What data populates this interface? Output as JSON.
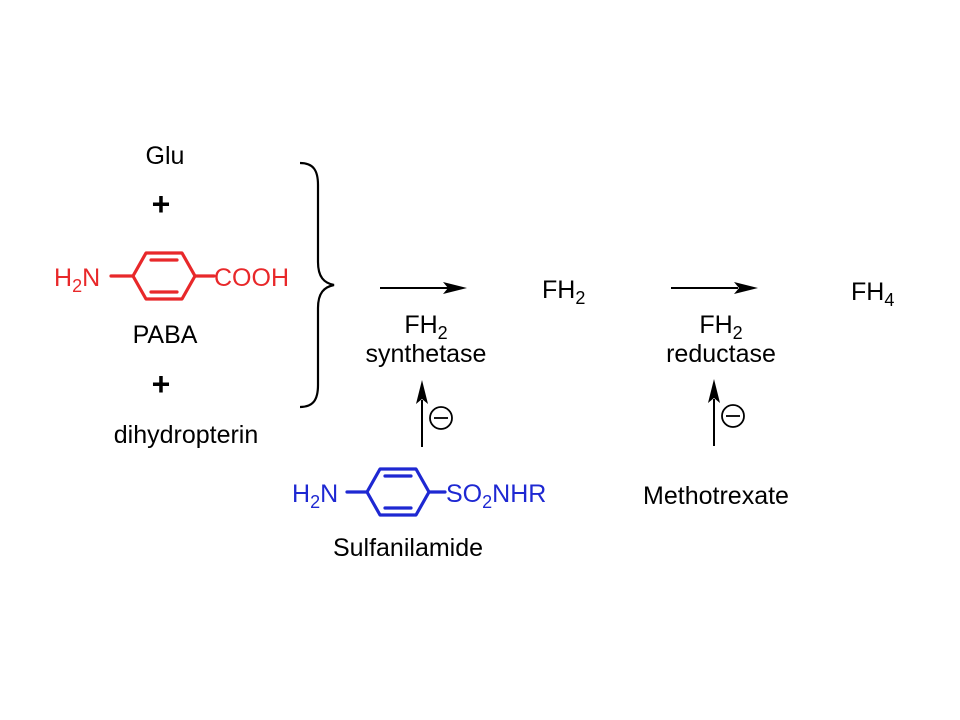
{
  "reactants": {
    "glu": "Glu",
    "plus_1": "+",
    "paba": {
      "amine_h": "H",
      "amine_sub": "2",
      "amine_n": "N",
      "acid": "COOH",
      "name": "PABA",
      "color": "#e8282a"
    },
    "plus_2": "+",
    "dihydropterin": "dihydropterin"
  },
  "step1": {
    "product_base": "FH",
    "product_sub": "2",
    "enzyme_base": "FH",
    "enzyme_sub": "2",
    "enzyme_name": "synthetase"
  },
  "step2": {
    "product_base": "FH",
    "product_sub": "4",
    "enzyme_base": "FH",
    "enzyme_sub": "2",
    "enzyme_name": "reductase"
  },
  "inhibitor_1": {
    "amine_h": "H",
    "amine_sub": "2",
    "amine_n": "N",
    "group_so": "SO",
    "group_sub": "2",
    "group_rest": "NHR",
    "name": "Sulfanilamide",
    "color": "#1e28d2",
    "symbol": "minus-in-circle"
  },
  "inhibitor_2": {
    "name": "Methotrexate",
    "symbol": "minus-in-circle"
  }
}
